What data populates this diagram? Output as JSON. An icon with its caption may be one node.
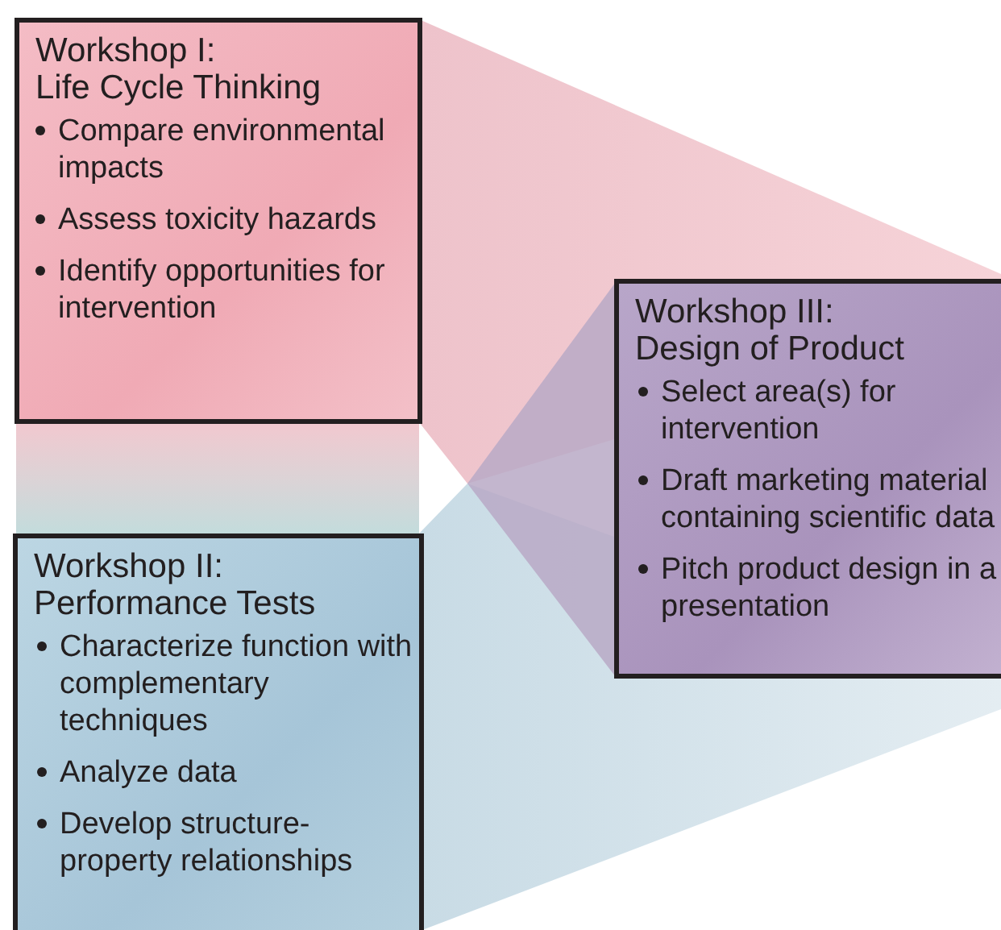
{
  "diagram": {
    "nodes": [
      {
        "text": [
          "Workshop I:",
          "Life Cycle Thinking",
          "Compare environmental impacts",
          "Assess toxicity hazards",
          "Identify opportunities for intervention"
        ]
      },
      {
        "text": [
          "Workshop II:",
          "Performance Tests",
          "Characterize function with complementary techniques",
          "Analyze data",
          "Develop structure-property relationships"
        ]
      },
      {
        "text": [
          "Workshop III:",
          "Design of Product",
          "Select area(s) for intervention",
          "Draft marketing material containing scientific data",
          "Pitch product design in a presentation"
        ]
      }
    ]
  }
}
